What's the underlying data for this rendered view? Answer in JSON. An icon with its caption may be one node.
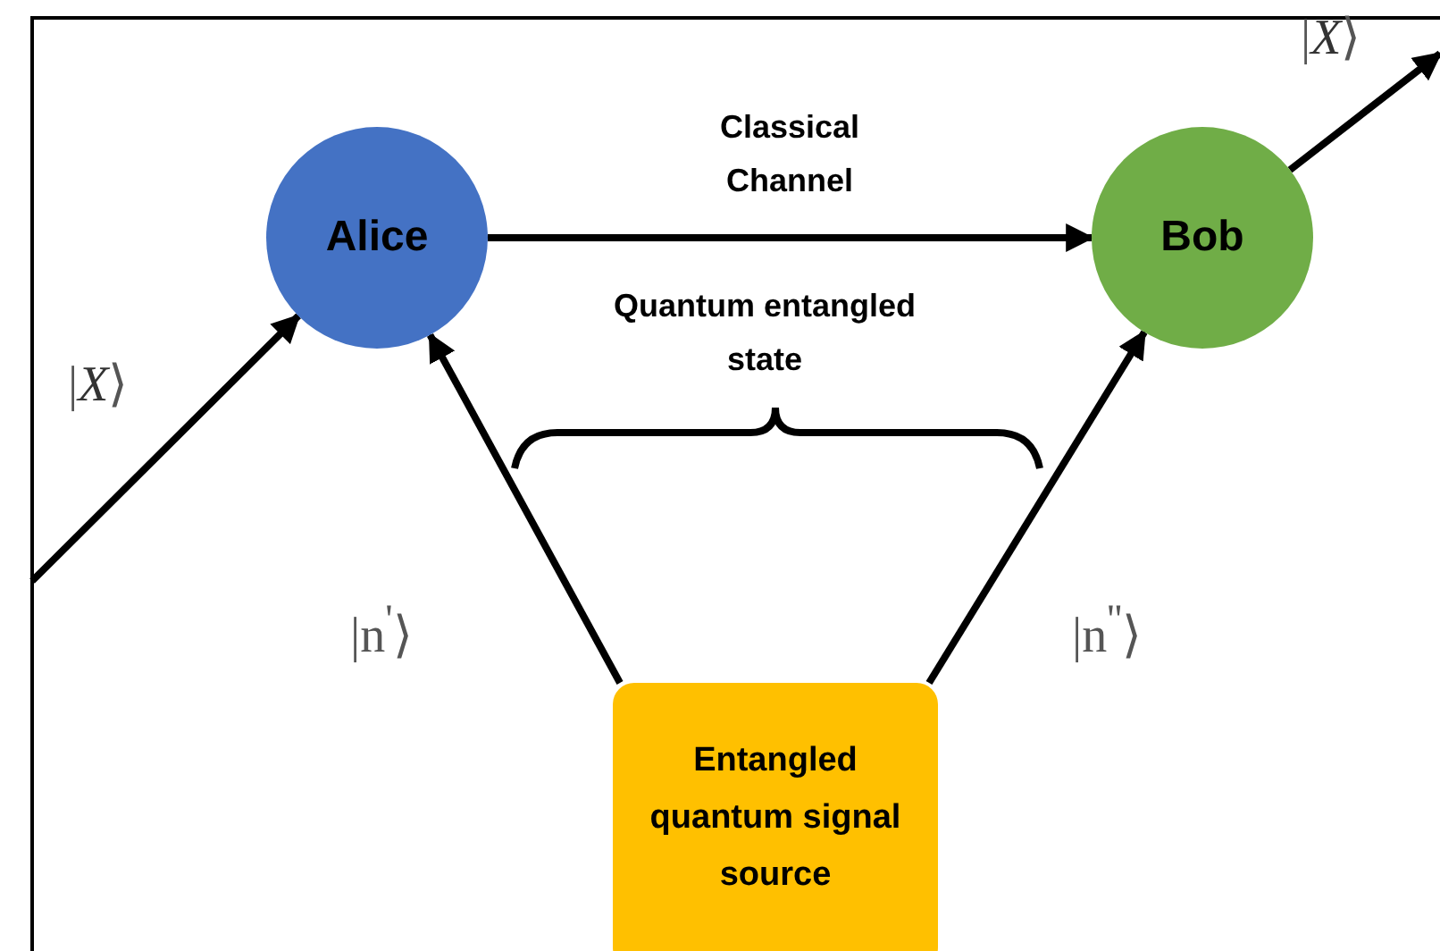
{
  "diagram": {
    "nodes": [
      {
        "text": [
          "Alice"
        ]
      },
      {
        "text": [
          "Bob"
        ]
      },
      {
        "text": [
          "Entangled quantum signal source"
        ]
      }
    ],
    "edges": [
      {
        "from": null,
        "to": 0,
        "arrow": "to"
      },
      {
        "from": 0,
        "to": 1,
        "arrow": "to",
        "label": "Classical Channel"
      },
      {
        "from": 2,
        "to": 0,
        "arrow": "to"
      },
      {
        "from": 2,
        "to": 1,
        "arrow": "to"
      },
      {
        "from": 1,
        "to": null,
        "arrow": "to"
      }
    ],
    "labels": [
      "|*X*⟩",
      "|*X*⟩",
      "Quantum entangled state",
      "|n$^{'}$⟩",
      "|n$^{''}$⟩"
    ]
  }
}
